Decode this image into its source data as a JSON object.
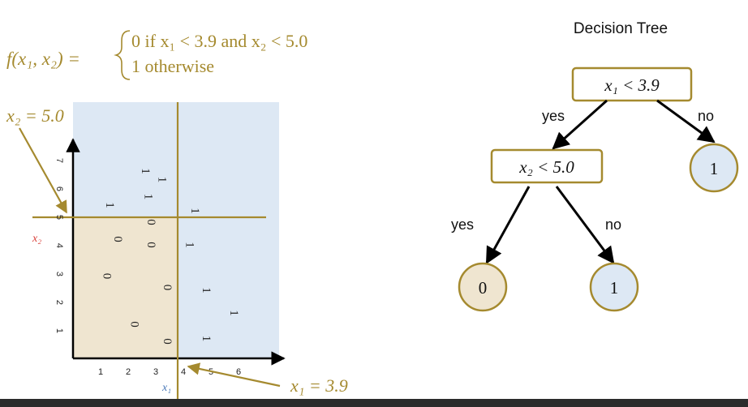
{
  "formula": {
    "lhs": "f(x₁, x₂) =",
    "case_0": "0  if  x₁ < 3.9  and  x₂ < 5.0",
    "case_1": "1 otherwise"
  },
  "colors": {
    "gold": "#a58a2f",
    "blue_region": "#dde8f4",
    "tan_region": "#efe5d0",
    "axis": "#000000",
    "x1_label": "#4a79b8",
    "x2_label": "#d9403a",
    "node_tan_fill": "#efe5d0",
    "node_blue_fill": "#dde8f4"
  },
  "plot": {
    "x_axis_label": "x₁",
    "y_axis_label": "x₂",
    "x_ticks": [
      "1",
      "2",
      "3",
      "4",
      "5",
      "6"
    ],
    "y_ticks": [
      "1",
      "2",
      "3",
      "4",
      "5",
      "6",
      "7"
    ],
    "x_split_annotation": "x₁ = 3.9",
    "y_split_annotation": "x₂ = 5.0",
    "points": [
      {
        "x": 1.2,
        "y": 2.9,
        "label": "0"
      },
      {
        "x": 1.6,
        "y": 4.2,
        "label": "0"
      },
      {
        "x": 2.2,
        "y": 1.2,
        "label": "0"
      },
      {
        "x": 2.8,
        "y": 4.8,
        "label": "0"
      },
      {
        "x": 2.8,
        "y": 4.0,
        "label": "0"
      },
      {
        "x": 3.4,
        "y": 2.5,
        "label": "0"
      },
      {
        "x": 3.4,
        "y": 0.6,
        "label": "0"
      },
      {
        "x": 1.3,
        "y": 5.4,
        "label": "1"
      },
      {
        "x": 2.6,
        "y": 6.6,
        "label": "1"
      },
      {
        "x": 3.2,
        "y": 6.3,
        "label": "1"
      },
      {
        "x": 2.7,
        "y": 5.7,
        "label": "1"
      },
      {
        "x": 4.4,
        "y": 5.2,
        "label": "1"
      },
      {
        "x": 4.2,
        "y": 4.0,
        "label": "1"
      },
      {
        "x": 4.8,
        "y": 2.4,
        "label": "1"
      },
      {
        "x": 5.8,
        "y": 1.6,
        "label": "1"
      },
      {
        "x": 4.8,
        "y": 0.7,
        "label": "1"
      }
    ]
  },
  "tree": {
    "title": "Decision Tree",
    "root_condition": "x₁ < 3.9",
    "child_condition": "x₂ < 5.0",
    "root_yes": "yes",
    "root_no": "no",
    "child_yes": "yes",
    "child_no": "no",
    "leaf_right": "1",
    "leaf_yes": "0",
    "leaf_no": "1"
  }
}
